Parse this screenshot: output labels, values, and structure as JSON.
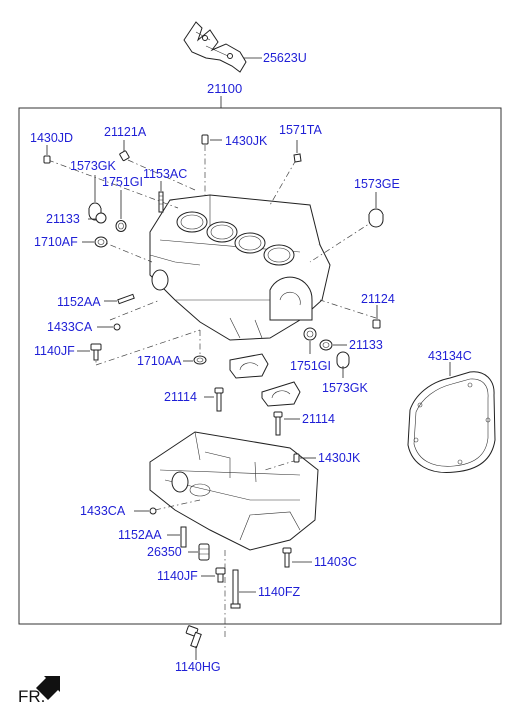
{
  "diagram": {
    "assembly_number": "21100",
    "fr_label": "FR.",
    "parts": [
      {
        "id": "p-25623U",
        "number": "25623U"
      },
      {
        "id": "p-1430JD",
        "number": "1430JD"
      },
      {
        "id": "p-21121A",
        "number": "21121A"
      },
      {
        "id": "p-1430JK-top",
        "number": "1430JK"
      },
      {
        "id": "p-1571TA",
        "number": "1571TA"
      },
      {
        "id": "p-1573GK-left",
        "number": "1573GK"
      },
      {
        "id": "p-1751GI-left",
        "number": "1751GI"
      },
      {
        "id": "p-1153AC",
        "number": "1153AC"
      },
      {
        "id": "p-1573GE",
        "number": "1573GE"
      },
      {
        "id": "p-21133-left",
        "number": "21133"
      },
      {
        "id": "p-1710AF",
        "number": "1710AF"
      },
      {
        "id": "p-21124",
        "number": "21124"
      },
      {
        "id": "p-1152AA-top",
        "number": "1152AA"
      },
      {
        "id": "p-1433CA-top",
        "number": "1433CA"
      },
      {
        "id": "p-21133-right",
        "number": "21133"
      },
      {
        "id": "p-1140JF-top",
        "number": "1140JF"
      },
      {
        "id": "p-1710AA",
        "number": "1710AA"
      },
      {
        "id": "p-1751GI-right",
        "number": "1751GI"
      },
      {
        "id": "p-43134C",
        "number": "43134C"
      },
      {
        "id": "p-1573GK-right",
        "number": "1573GK"
      },
      {
        "id": "p-21114-left",
        "number": "21114"
      },
      {
        "id": "p-21114-right",
        "number": "21114"
      },
      {
        "id": "p-1430JK-bottom",
        "number": "1430JK"
      },
      {
        "id": "p-1433CA-bottom",
        "number": "1433CA"
      },
      {
        "id": "p-1152AA-bottom",
        "number": "1152AA"
      },
      {
        "id": "p-26350",
        "number": "26350"
      },
      {
        "id": "p-11403C",
        "number": "11403C"
      },
      {
        "id": "p-1140JF-bottom",
        "number": "1140JF"
      },
      {
        "id": "p-1140FZ",
        "number": "1140FZ"
      },
      {
        "id": "p-1140HG",
        "number": "1140HG"
      }
    ]
  }
}
